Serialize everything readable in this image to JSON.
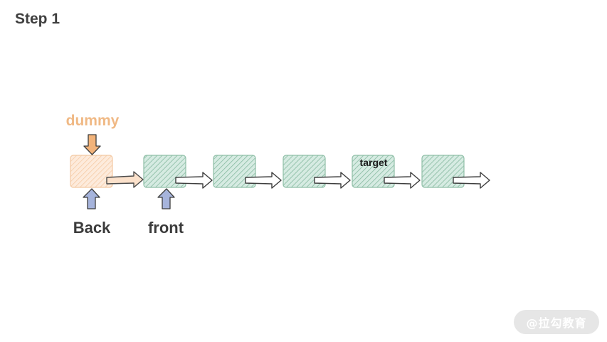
{
  "title": "Step 1",
  "labels": {
    "dummy": "dummy",
    "back": "Back",
    "front": "front",
    "target": "target"
  },
  "nodes": [
    {
      "kind": "dummy"
    },
    {
      "kind": "node"
    },
    {
      "kind": "node"
    },
    {
      "kind": "node"
    },
    {
      "kind": "node",
      "label": "target"
    },
    {
      "kind": "node"
    }
  ],
  "colors": {
    "dummy_fill": "#fbe3cf",
    "dummy_stroke": "#f3c49a",
    "dummy_text": "#f0b985",
    "node_fill": "#cfe6dc",
    "node_stroke": "#8fbfa7",
    "hatch": "#7fb49a",
    "pointer_orange": "#f2b37a",
    "pointer_blue": "#a6b4dc",
    "text_dark": "#3b3b3b"
  },
  "watermark": "@拉勾教育"
}
